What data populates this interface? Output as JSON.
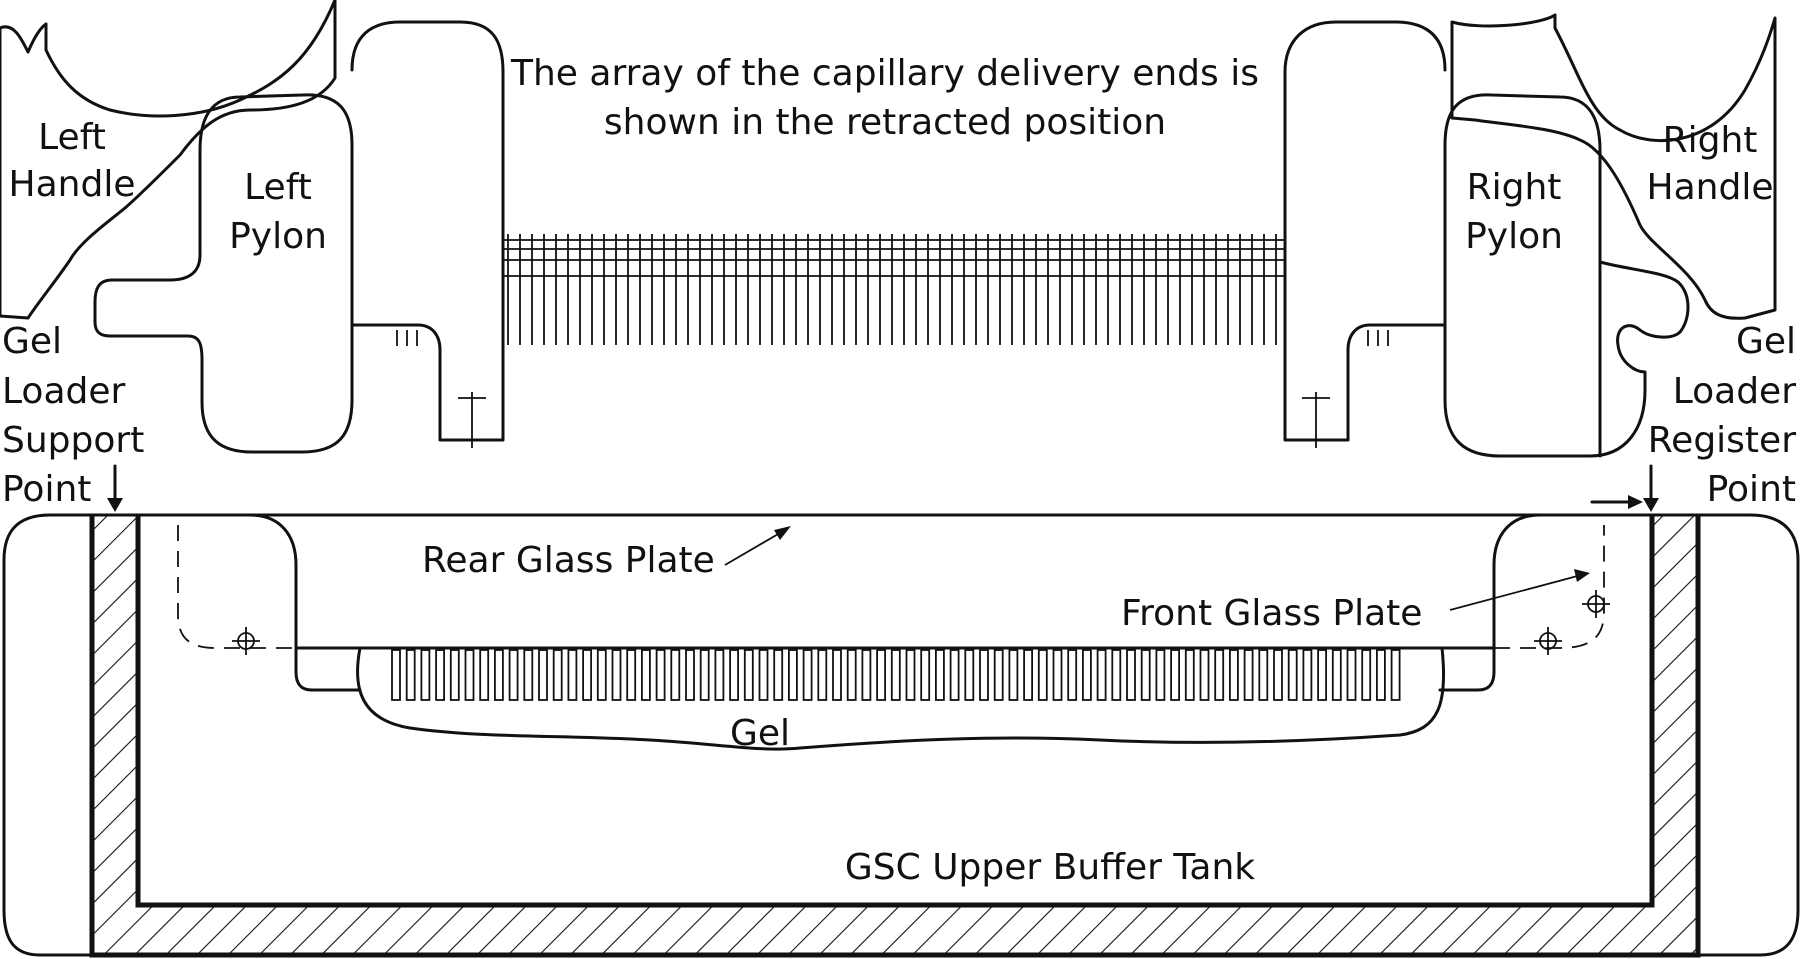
{
  "labels": {
    "caption_line1": "The array of the capillary delivery ends is",
    "caption_line2": "shown in the retracted position",
    "left_handle_1": "Left",
    "left_handle_2": "Handle",
    "left_pylon_1": "Left",
    "left_pylon_2": "Pylon",
    "right_pylon_1": "Right",
    "right_pylon_2": "Pylon",
    "right_handle_1": "Right",
    "right_handle_2": "Handle",
    "support_1": "Gel",
    "support_2": "Loader",
    "support_3": "Support",
    "support_4": "Point",
    "register_1": "Gel",
    "register_2": "Loader",
    "register_3": "Register",
    "register_4": "Point",
    "rear_plate": "Rear Glass Plate",
    "front_plate": "Front Glass Plate",
    "gel": "Gel",
    "tank": "GSC Upper Buffer Tank"
  },
  "colors": {
    "ink": "#111111",
    "paper": "#ffffff"
  }
}
